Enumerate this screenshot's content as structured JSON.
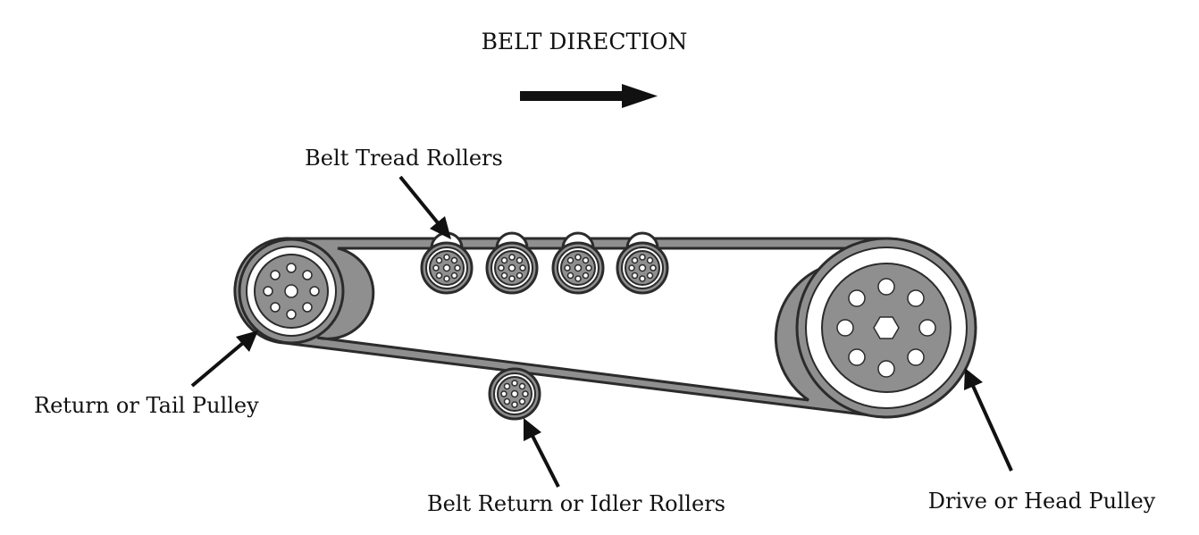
{
  "title": "BELT DIRECTION",
  "labels": {
    "tread_rollers": "Belt Tread Rollers",
    "tail_pulley": "Return or Tail Pulley",
    "idler_rollers": "Belt Return or Idler Rollers",
    "head_pulley": "Drive or Head Pulley"
  },
  "colors": {
    "belt": "#8f8f8f",
    "outline": "#2b2b2b",
    "text": "#111111"
  }
}
